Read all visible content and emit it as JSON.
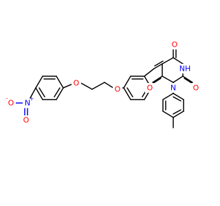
{
  "molecule": {
    "colors": {
      "bond": "#000000",
      "oxygen": "#ff0000",
      "nitrogen": "#0000ff"
    },
    "atoms": {
      "nitro_o_minus": {
        "symbol": "O",
        "charge": "-"
      },
      "nitro_n": {
        "symbol": "N",
        "charge": "+"
      },
      "nitro_o": {
        "symbol": "O"
      },
      "ether_o1": {
        "symbol": "O"
      },
      "ether_o2": {
        "symbol": "O"
      },
      "ring_o_top": {
        "symbol": "O"
      },
      "ring_o_right": {
        "symbol": "O"
      },
      "ring_o_bottom": {
        "symbol": "O"
      },
      "ring_nh": {
        "symbol": "NH"
      },
      "ring_n": {
        "symbol": "N"
      }
    }
  }
}
